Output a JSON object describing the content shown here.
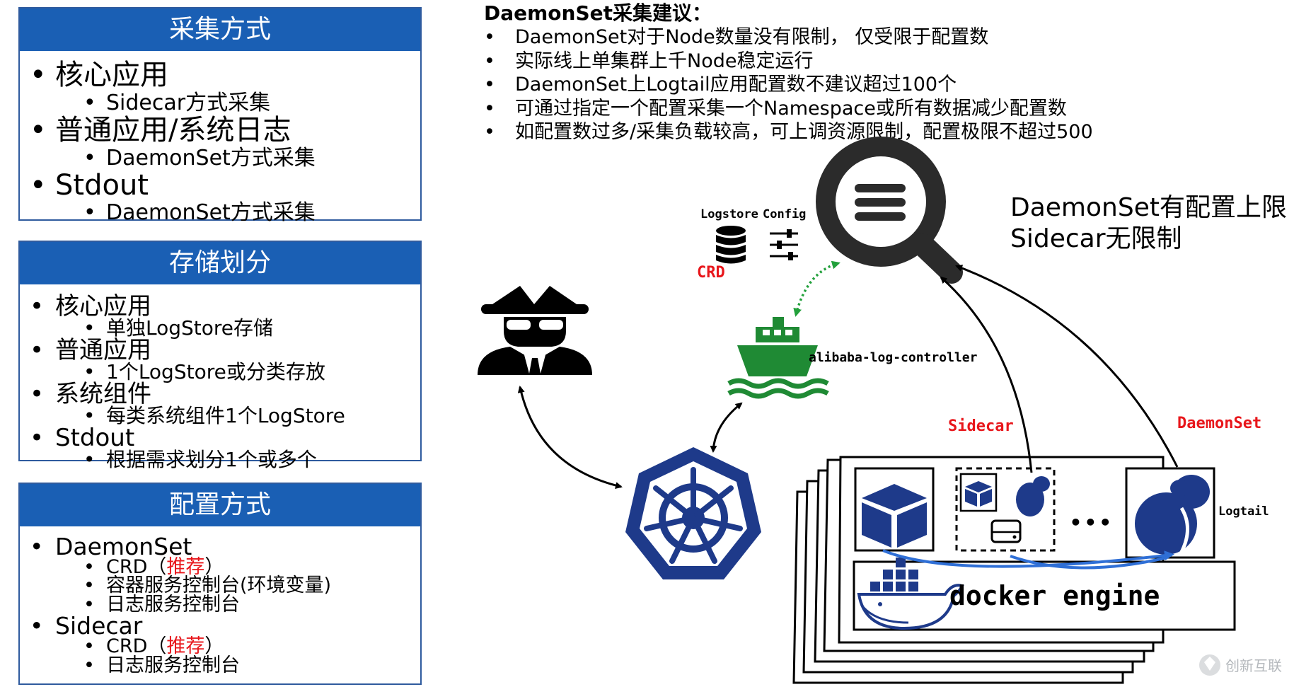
{
  "collection_panel": {
    "title": "采集方式",
    "items": [
      {
        "label": "核心应用",
        "sub": [
          "Sidecar方式采集"
        ]
      },
      {
        "label": "普通应用/系统日志",
        "sub": [
          "DaemonSet方式采集"
        ]
      },
      {
        "label": "Stdout",
        "sub": [
          "DaemonSet方式采集"
        ]
      }
    ]
  },
  "storage_panel": {
    "title": "存储划分",
    "items": [
      {
        "label": "核心应用",
        "sub": [
          "单独LogStore存储"
        ]
      },
      {
        "label": "普通应用",
        "sub": [
          "1个LogStore或分类存放"
        ]
      },
      {
        "label": "系统组件",
        "sub": [
          "每类系统组件1个LogStore"
        ]
      },
      {
        "label": "Stdout",
        "sub": [
          "根据需求划分1个或多个"
        ]
      }
    ]
  },
  "config_panel": {
    "title": "配置方式",
    "daemonset": {
      "label": "DaemonSet",
      "crd": "CRD（",
      "recommended": "推荐",
      "crd_close": "）",
      "sub2": "容器服务控制台(环境变量)",
      "sub3": "日志服务控制台"
    },
    "sidecar": {
      "label": "Sidecar",
      "crd": "CRD（",
      "recommended": "推荐",
      "crd_close": "）",
      "sub2": "日志服务控制台"
    }
  },
  "advice": {
    "title": "DaemonSet采集建议：",
    "items": [
      "DaemonSet对于Node数量没有限制，  仅受限于配置数",
      "实际线上单集群上千Node稳定运行",
      "DaemonSet上Logtail应用配置数不建议超过100个",
      "可通过指定一个配置采集一个Namespace或所有数据减少配置数",
      "如配置数过多/采集负载较高，可上调资源限制，配置极限不超过500"
    ]
  },
  "limit_note": {
    "line1": "DaemonSet有配置上限",
    "line2": "Sidecar无限制"
  },
  "diagram": {
    "logstore_label": "Logstore",
    "config_label": "Config",
    "crd_label": "CRD",
    "controller_label": "alibaba-log-controller",
    "sidecar_label": "Sidecar",
    "daemonset_label": "DaemonSet",
    "logtail_label": "Logtail",
    "docker_label": "docker engine",
    "ellipsis": "•••"
  },
  "watermark": "创新互联",
  "colors": {
    "panel_header": "#1a5fb4",
    "panel_border": "#2f5b9e",
    "accent_red": "#e8161b",
    "k8s_blue": "#1e3a8a",
    "ship_green": "#1f8a34",
    "arrow_green": "#22a03b",
    "flow_blue": "#2f6fd6"
  }
}
